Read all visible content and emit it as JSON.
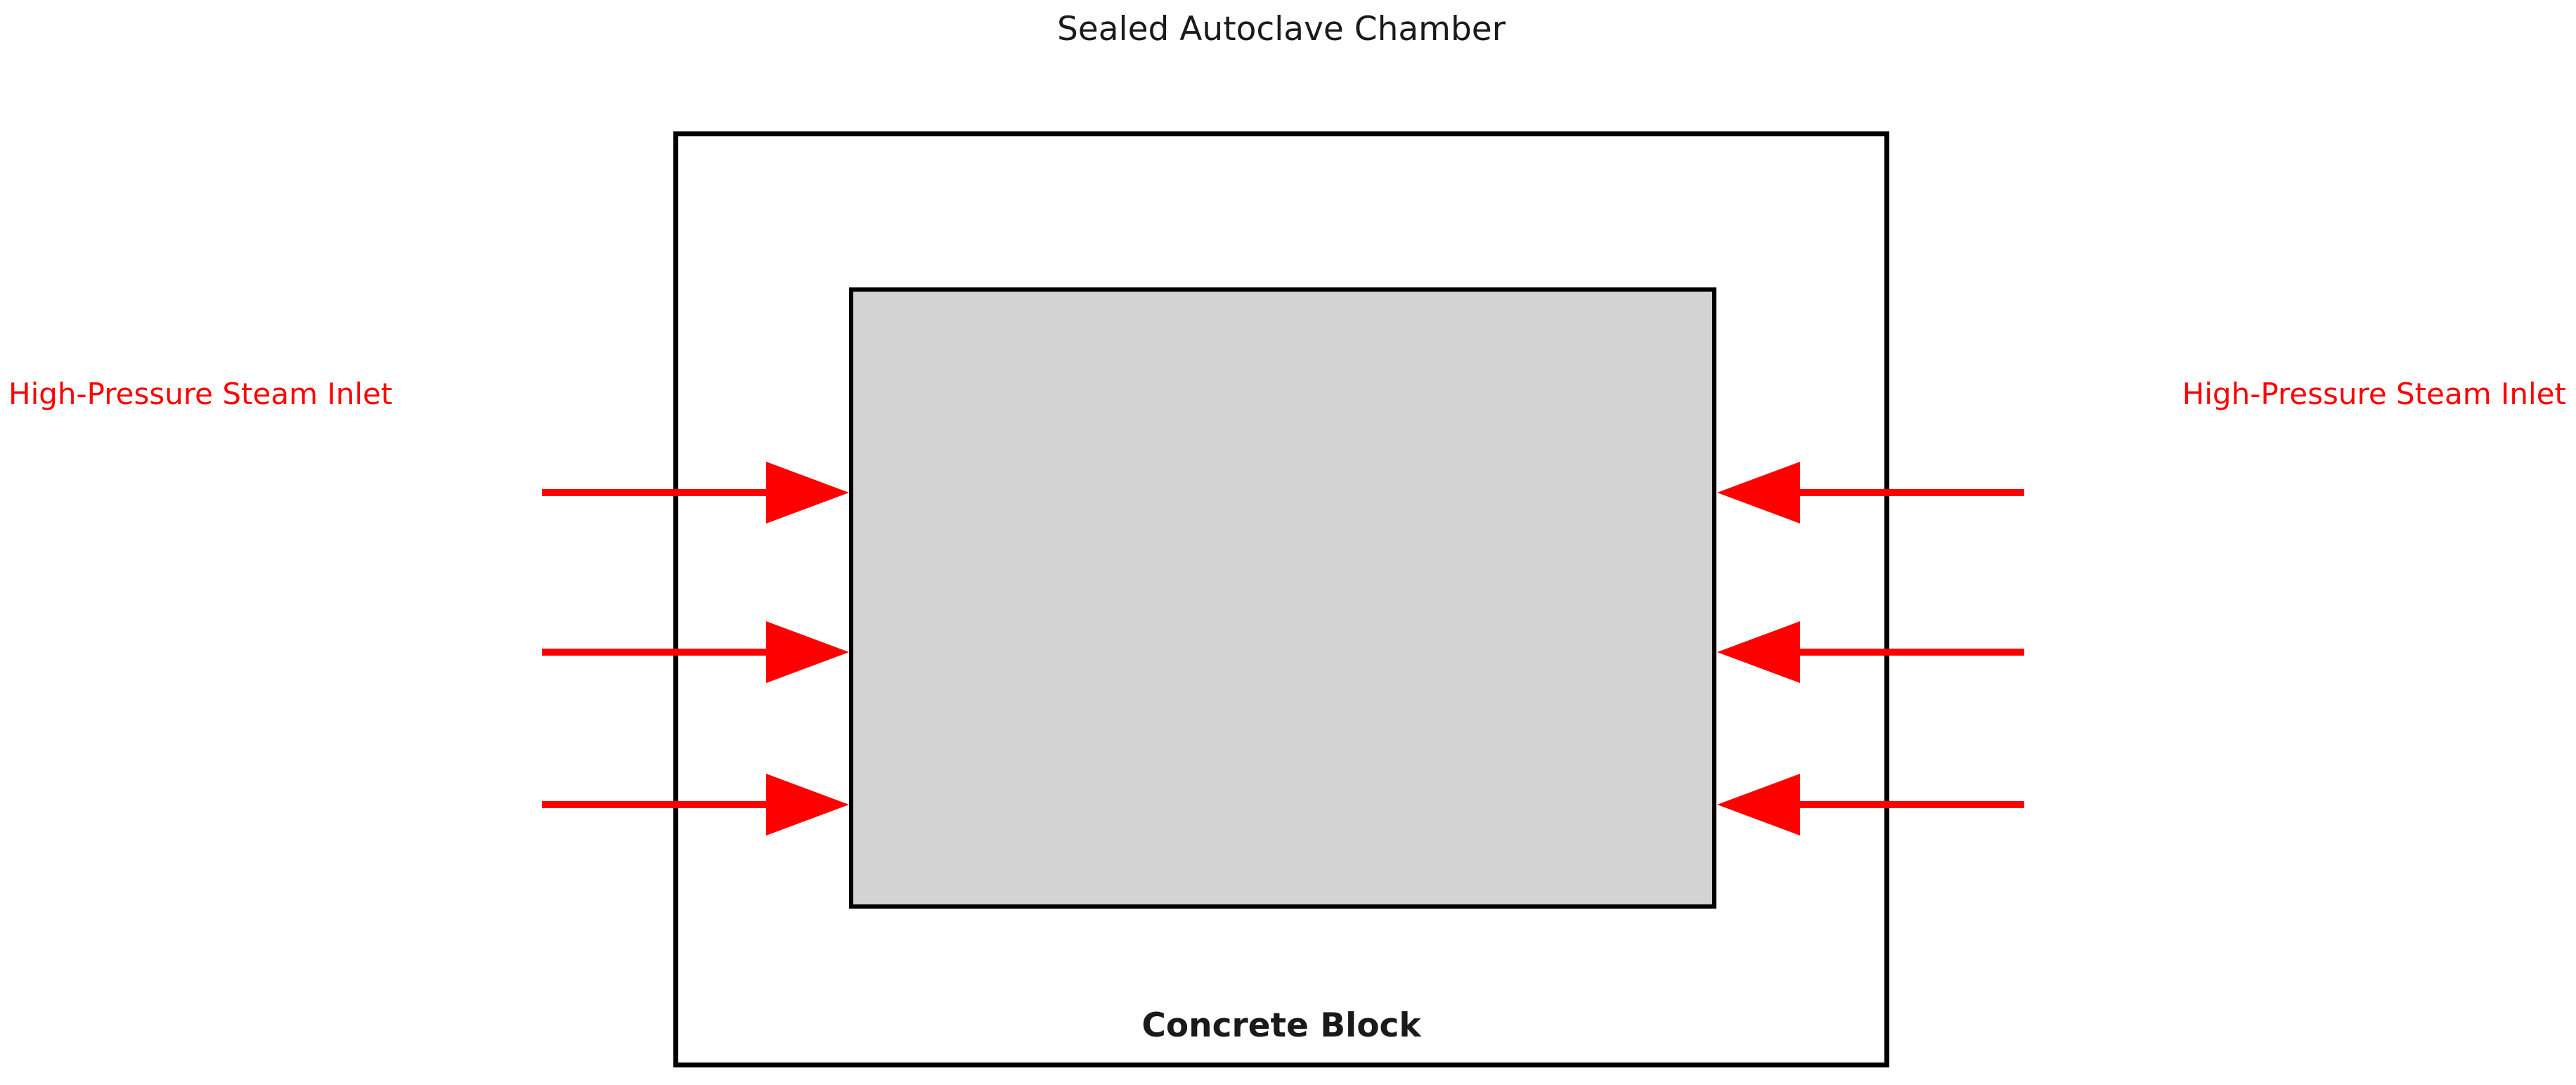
{
  "title": "Sealed Autoclave Chamber",
  "labels": {
    "left_inlet": "High-Pressure Steam Inlet",
    "right_inlet": "High-Pressure Steam Inlet",
    "block": "Concrete Block"
  },
  "arrows": {
    "left": {
      "count": 3,
      "direction": "right"
    },
    "right": {
      "count": 3,
      "direction": "left"
    }
  },
  "colors": {
    "steam": "#ff0000",
    "block_fill": "#d3d3d3",
    "outline": "#000000",
    "background": "#ffffff",
    "text": "#1a1a1a"
  }
}
